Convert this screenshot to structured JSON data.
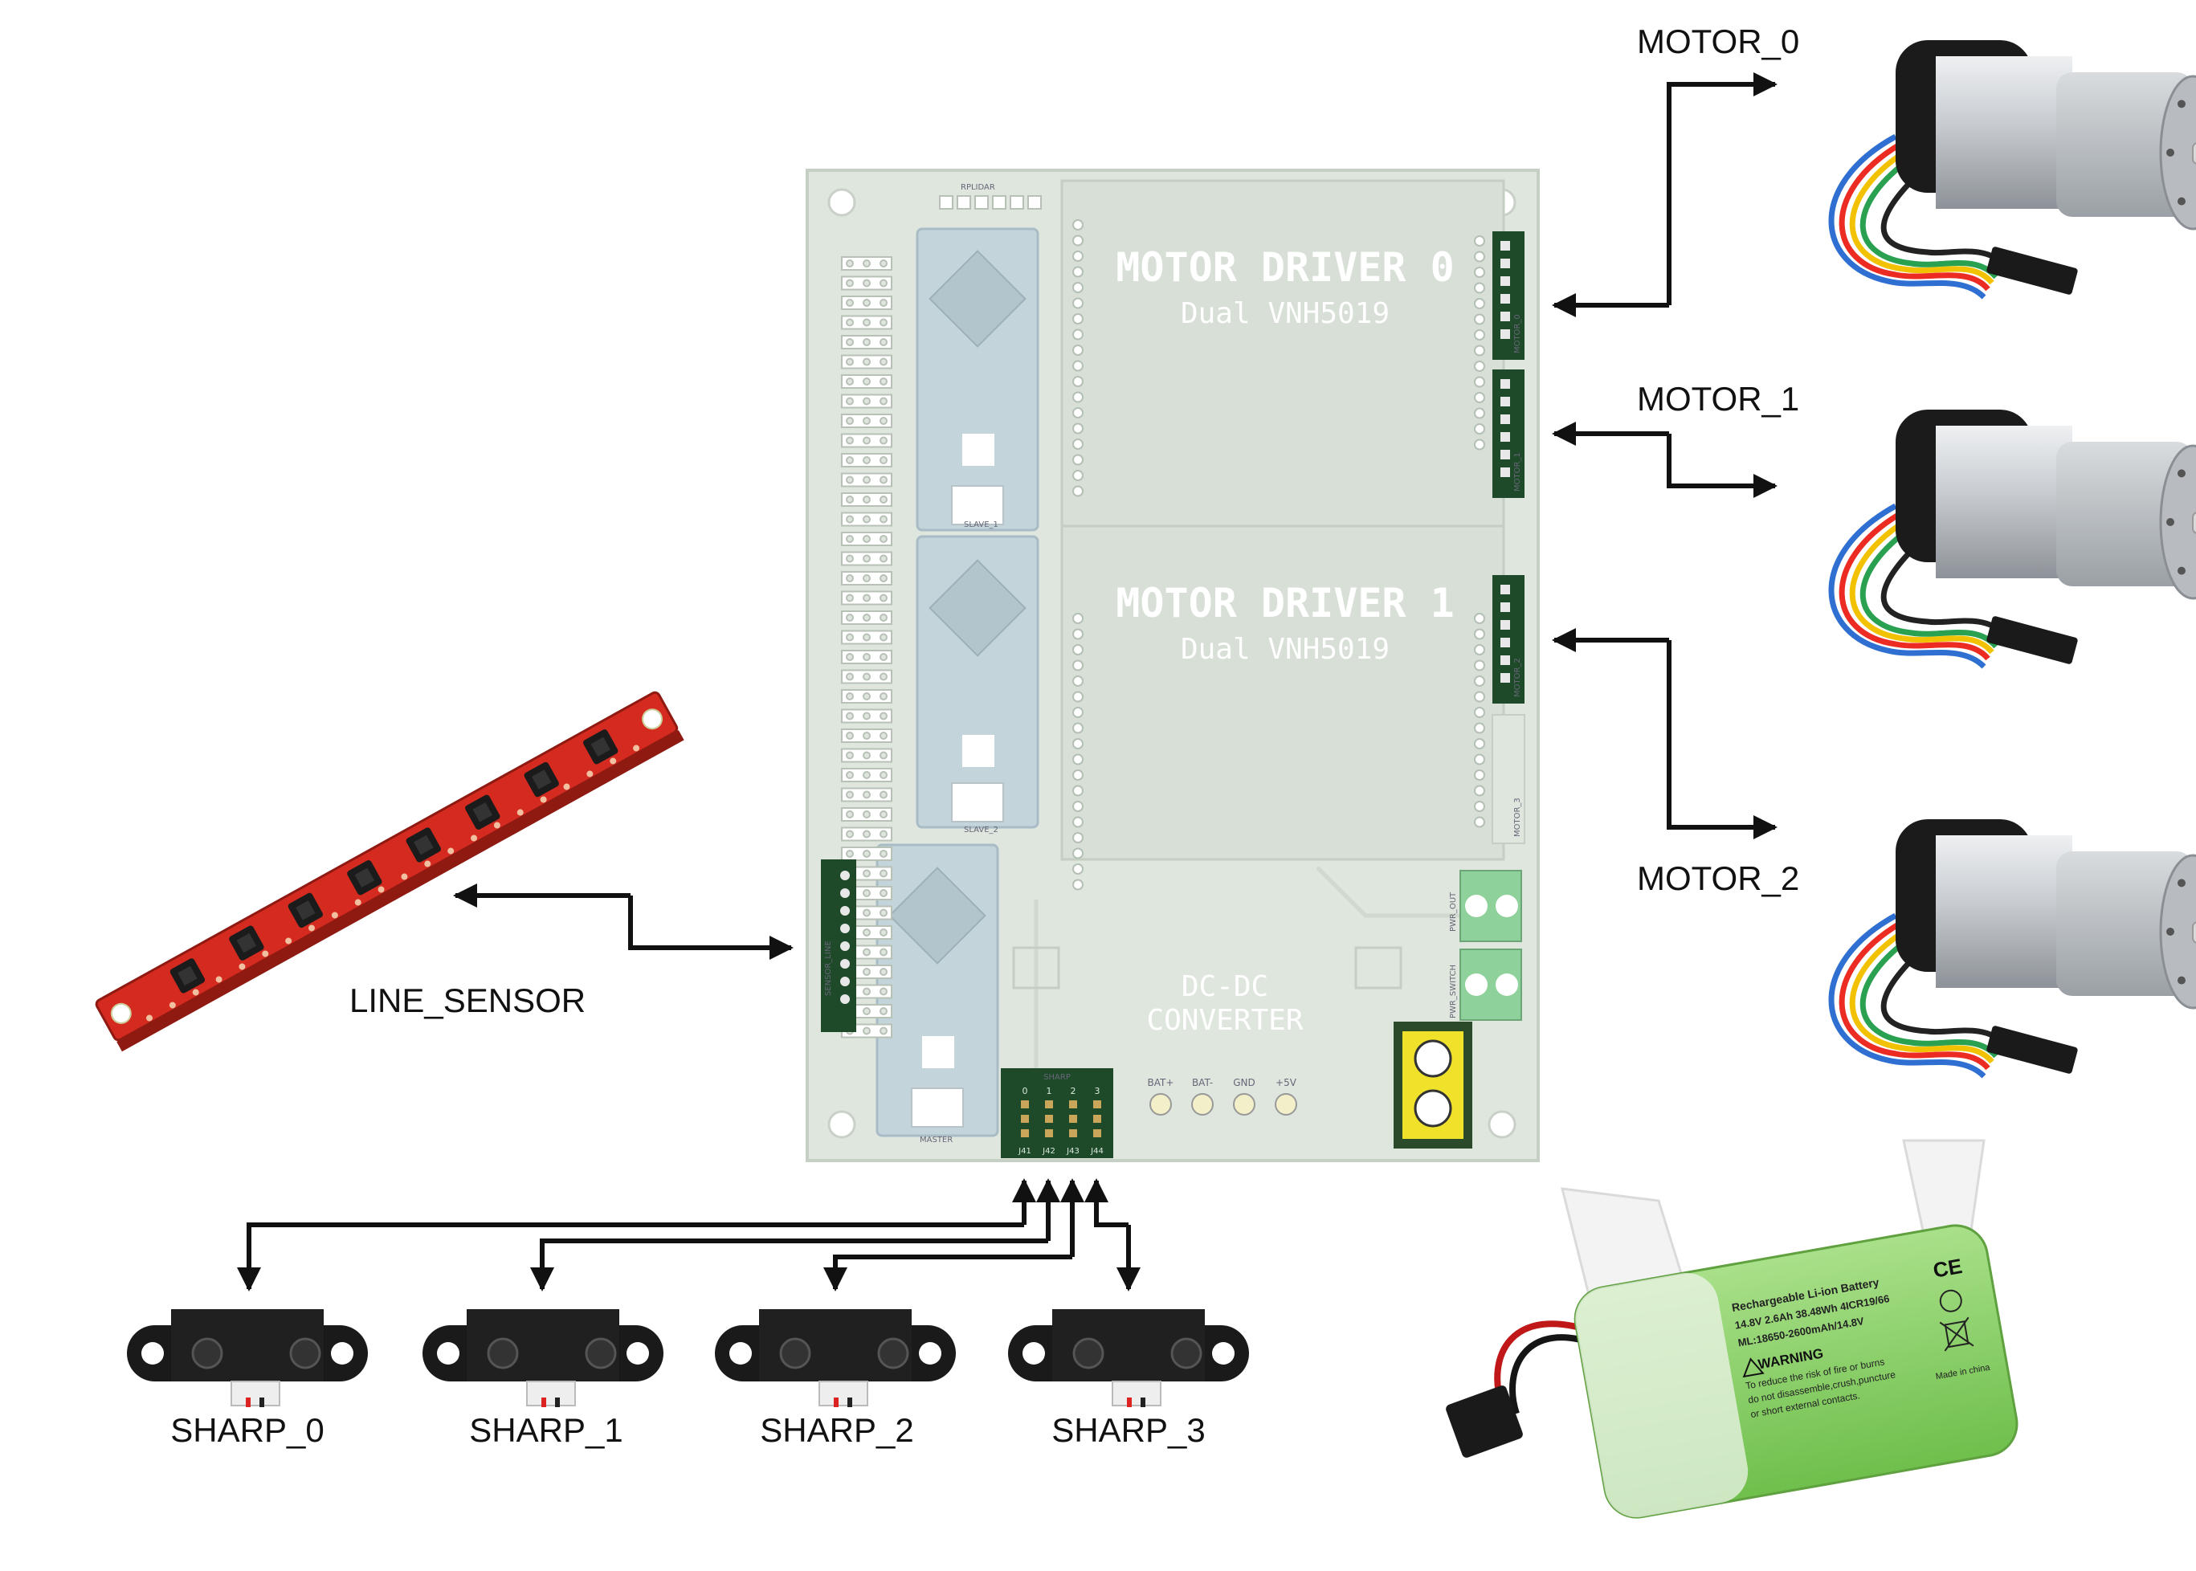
{
  "board": {
    "driver0_title": "MOTOR DRIVER 0",
    "driver0_sub": "Dual VNH5019",
    "driver1_title": "MOTOR DRIVER 1",
    "driver1_sub": "Dual VNH5019",
    "converter_line1": "DC-DC",
    "converter_line2": "CONVERTER",
    "sharp_header": "SHARP",
    "sharp_pins": [
      "0",
      "1",
      "2",
      "3"
    ],
    "sharp_connectors": [
      "J41",
      "J42",
      "J43",
      "J44"
    ],
    "rplidar": "RPLIDAR",
    "sensor_line": "SENSOR_LINE",
    "power_labels": [
      "BAT+",
      "BAT-",
      "GND",
      "+5V"
    ],
    "pwr_out": "PWR_OUT",
    "pwr_switch": "PWR_SWITCH",
    "motor_headers": [
      "MOTOR_0",
      "MOTOR_1",
      "MOTOR_2",
      "MOTOR_3"
    ],
    "master": "MASTER",
    "slaves": [
      "SLAVE_1",
      "SLAVE_2"
    ]
  },
  "motors": [
    {
      "label": "MOTOR_0"
    },
    {
      "label": "MOTOR_1"
    },
    {
      "label": "MOTOR_2"
    }
  ],
  "line_sensor": {
    "label": "LINE_SENSOR"
  },
  "sharp_sensors": [
    {
      "label": "SHARP_0"
    },
    {
      "label": "SHARP_1"
    },
    {
      "label": "SHARP_2"
    },
    {
      "label": "SHARP_3"
    }
  ],
  "battery": {
    "title": "Rechargeable Li-ion Battery",
    "line1": "14.8V 2.6Ah 38.48Wh 4ICR19/66",
    "line2": "ML:18650-2600mAh/14.8V",
    "warning": "WARNING",
    "warn_text1": "To reduce the risk of fire or burns",
    "warn_text2": "do not disassemble,crush,puncture",
    "warn_text3": "or short external contacts.",
    "made_in": "Made in china",
    "ce": "CE"
  },
  "colors": {
    "pcb": "#dfe6de",
    "pcb_dark": "#c9d3c8",
    "header_green": "#1f4a2a",
    "arduino": "#aec7d4",
    "line_sensor_red": "#d42a1f",
    "battery_green": "#8ed26a",
    "motor_silver": "#cfd3d8",
    "motor_black": "#1b1b1b"
  }
}
